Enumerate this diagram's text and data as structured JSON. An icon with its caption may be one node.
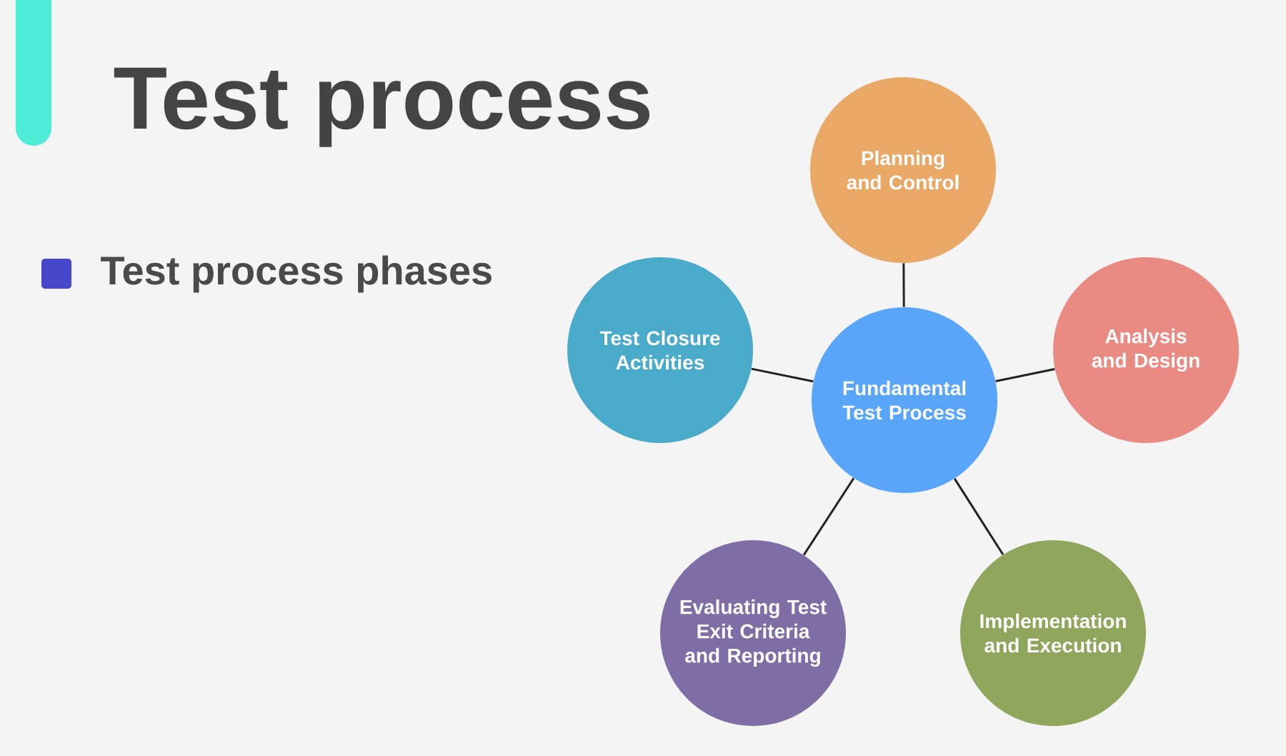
{
  "diagram": {
    "title": "Test process",
    "nodes": [
      {
        "text": [
          "Planning and Control"
        ]
      },
      {
        "text": [
          "Test Closure Activities"
        ]
      },
      {
        "text": [
          "Analysis and Design"
        ]
      },
      {
        "text": [
          "Fundamental Test Process"
        ]
      },
      {
        "text": [
          "Evaluating Test Exit Criteria and Reporting"
        ]
      },
      {
        "text": [
          "Implementation and Execution"
        ]
      }
    ],
    "edges": [
      {
        "from": 3,
        "to": 0,
        "arrow": "none"
      },
      {
        "from": 3,
        "to": 2,
        "arrow": "none"
      },
      {
        "from": 3,
        "to": 5,
        "arrow": "none"
      },
      {
        "from": 3,
        "to": 4,
        "arrow": "none"
      },
      {
        "from": 3,
        "to": 1,
        "arrow": "none"
      }
    ],
    "labels": [
      "Test process phases"
    ]
  }
}
